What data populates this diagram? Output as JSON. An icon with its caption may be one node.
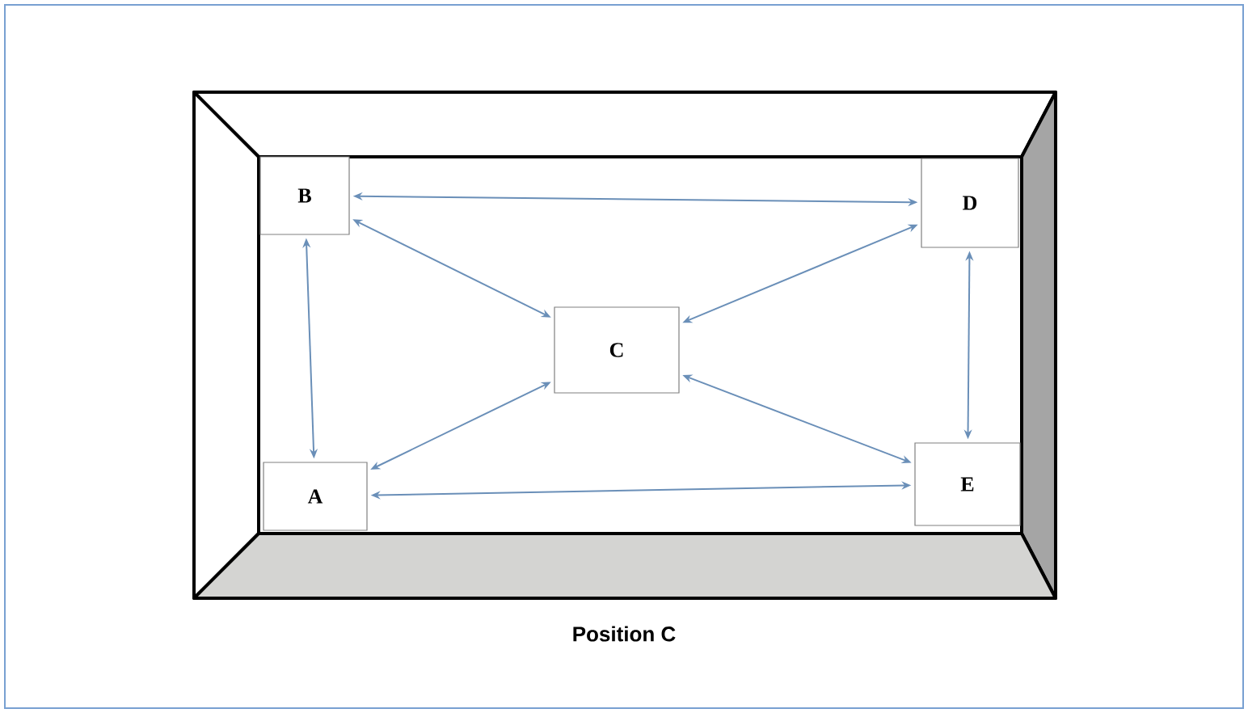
{
  "diagram": {
    "caption": "Position C",
    "nodes": [
      {
        "text": [
          "A"
        ]
      },
      {
        "text": [
          "B"
        ]
      },
      {
        "text": [
          "C"
        ]
      },
      {
        "text": [
          "D"
        ]
      },
      {
        "text": [
          "E"
        ]
      }
    ],
    "edges": [
      {
        "from": 1,
        "to": 3,
        "arrow": "both"
      },
      {
        "from": 1,
        "to": 0,
        "arrow": "both"
      },
      {
        "from": 1,
        "to": 2,
        "arrow": "both"
      },
      {
        "from": 3,
        "to": 2,
        "arrow": "both"
      },
      {
        "from": 3,
        "to": 4,
        "arrow": "both"
      },
      {
        "from": 2,
        "to": 0,
        "arrow": "both"
      },
      {
        "from": 2,
        "to": 4,
        "arrow": "both"
      },
      {
        "from": 0,
        "to": 4,
        "arrow": "both"
      }
    ]
  }
}
